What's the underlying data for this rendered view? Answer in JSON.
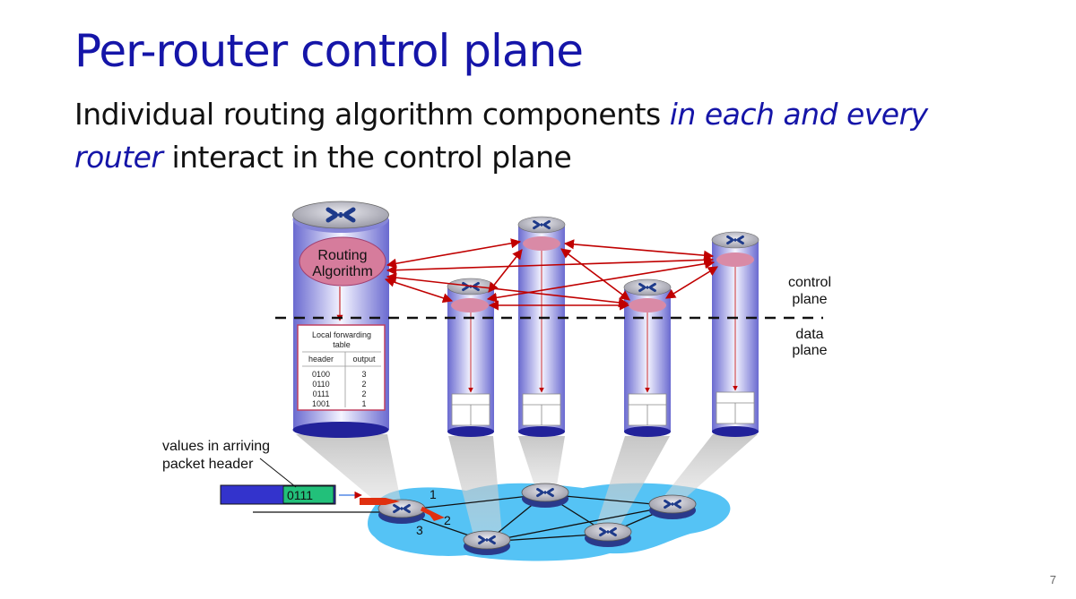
{
  "title": "Per-router control plane",
  "subtitle": {
    "part1": "Individual routing algorithm components ",
    "emphasis": "in each and every router",
    "part2": " interact in the control plane"
  },
  "diagram": {
    "routing_algorithm_line1": "Routing",
    "routing_algorithm_line2": "Algorithm",
    "control_plane_line1": "control",
    "control_plane_line2": "plane",
    "data_plane_line1": "data",
    "data_plane_line2": "plane",
    "table": {
      "title_line1": "Local forwarding",
      "title_line2": "table",
      "headers": [
        "header",
        "output"
      ],
      "rows": [
        [
          "0100",
          "3"
        ],
        [
          "0110",
          "2"
        ],
        [
          "0111",
          "2"
        ],
        [
          "1001",
          "1"
        ]
      ]
    },
    "packet_label_line1": "values in arriving",
    "packet_label_line2": "packet header",
    "packet_value": "0111",
    "ports": [
      "1",
      "2",
      "3"
    ]
  },
  "page_number": "7",
  "colors": {
    "title": "#1515a8",
    "arrow": "#c00000",
    "cylinder": "#8c8ce0",
    "network": "#55c3f5"
  }
}
